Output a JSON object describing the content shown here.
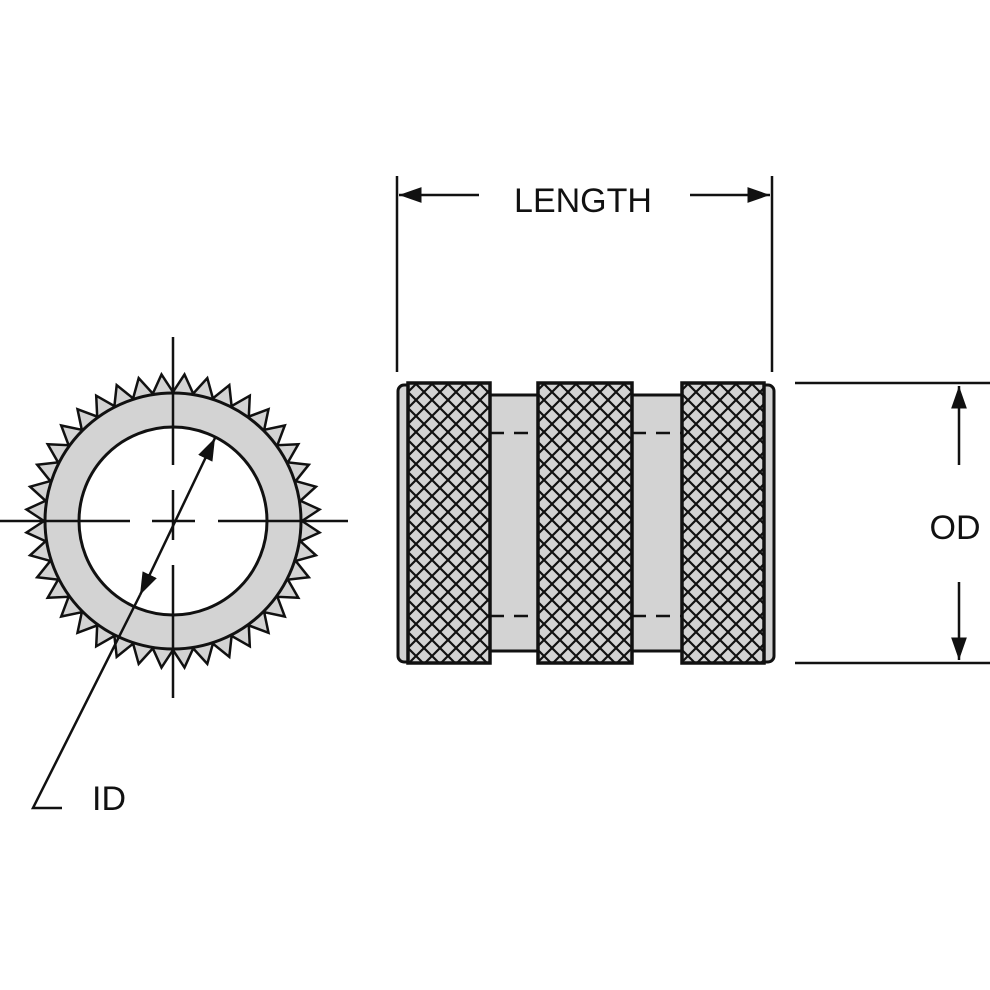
{
  "labels": {
    "length": "LENGTH",
    "outer_diameter": "OD",
    "inner_diameter": "ID"
  },
  "colors": {
    "line": "#111111",
    "fill": "#d3d3d3",
    "background": "#ffffff"
  }
}
